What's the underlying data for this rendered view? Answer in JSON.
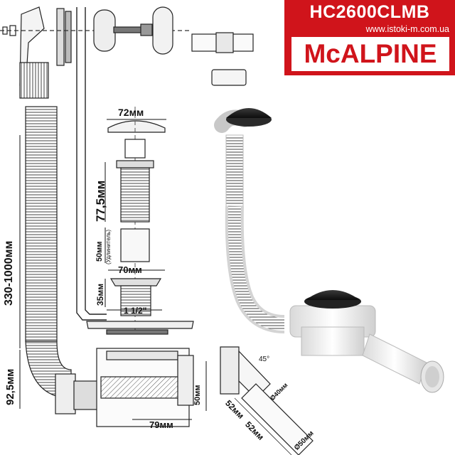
{
  "brand": {
    "model": "HC2600CLMB",
    "website": "www.istoki-m.com.ua",
    "logo": "McALPINE"
  },
  "dimensions": {
    "cap_diameter": "72мм",
    "body_height": "77,5мм",
    "overflow_height": "50мм",
    "overflow_note": "(Удлинитель)",
    "flange_width": "70мм",
    "flange_height": "35мм",
    "thread": "1 1/2\"",
    "hose_length": "330-1000мм",
    "trap_height": "92,5мм",
    "outlet_height": "50мм",
    "trap_width": "79мм",
    "elbow_angle": "45°",
    "pipe_length_1": "52мм",
    "pipe_length_2": "52мм",
    "pipe_diameter_1": "Ø40мм",
    "pipe_diameter_2": "Ø50мм"
  },
  "colors": {
    "brand_red": "#d0141b",
    "cap_black": "#1a1a1a",
    "plastic_white": "#f2f2f2",
    "line_dark": "#222222"
  }
}
